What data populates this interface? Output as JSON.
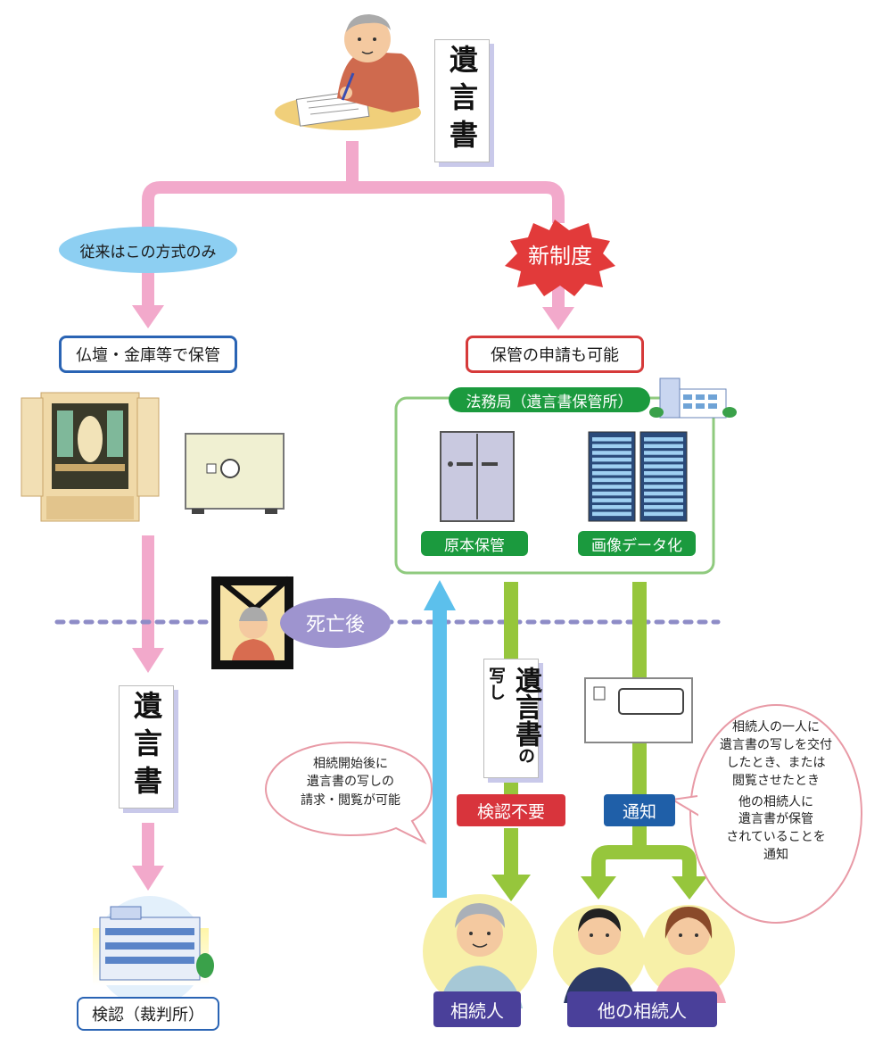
{
  "top_scroll": "遺言書",
  "left_path": {
    "badge": "従来はこの方式のみ",
    "storage": "仏壇・金庫等で保管",
    "scroll": "遺言書",
    "court": "検認（裁判所）"
  },
  "right_path": {
    "badge": "新制度",
    "apply": "保管の申請も可能",
    "office": "法務局（遺言書保管所）",
    "original": "原本保管",
    "image": "画像データ化",
    "copy_main": "遺言書",
    "copy_small": "の写し",
    "no_probate": "検認不要",
    "notice": "通知"
  },
  "death_label": "死亡後",
  "bubble_left": [
    "相続開始後に",
    "遺言書の写しの",
    "請求・閲覧が可能"
  ],
  "bubble_right": [
    "相続人の一人に",
    "遺言書の写しを交付",
    "したとき、または",
    "閲覧させたとき",
    "他の相続人に",
    "遺言書が保管",
    "されていることを",
    "通知"
  ],
  "heirs": {
    "heir": "相続人",
    "other_heirs": "他の相続人"
  },
  "colors": {
    "pink": "#f2a9cb",
    "green": "#96c63c",
    "blue_arrow": "#5cc0ec",
    "dotted": "#8e8cc7"
  }
}
